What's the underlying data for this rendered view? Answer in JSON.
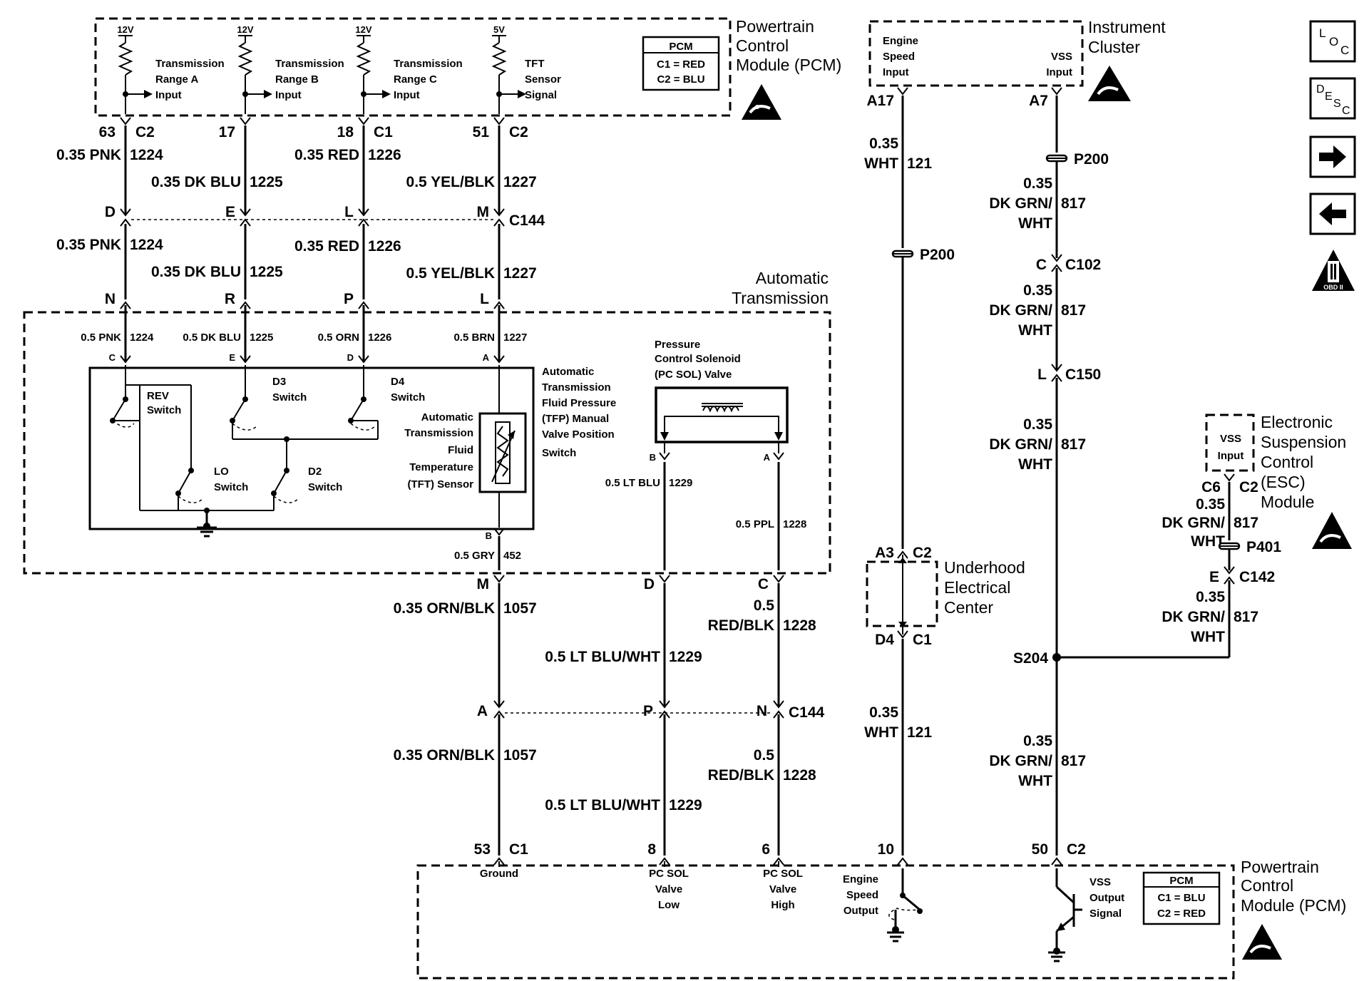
{
  "modules": {
    "pcm_top": {
      "title": [
        "Powertrain",
        "Control",
        "Module (PCM)"
      ],
      "legend_title": "PCM",
      "legend": [
        "C1 = RED",
        "C2 = BLU"
      ]
    },
    "instrument_cluster": {
      "title": [
        "Instrument",
        "Cluster"
      ],
      "inputs": [
        [
          "Engine",
          "Speed",
          "Input"
        ],
        [
          "VSS",
          "Input"
        ]
      ]
    },
    "esc": {
      "title": [
        "Electronic",
        "Suspension",
        "Control",
        "(ESC)",
        "Module"
      ],
      "input": [
        "VSS",
        "Input"
      ]
    },
    "auto_trans": {
      "title": [
        "Automatic",
        "Transmission"
      ]
    },
    "underhood": {
      "title": [
        "Underhood",
        "Electrical",
        "Center"
      ]
    },
    "pcm_bottom": {
      "title": [
        "Powertrain",
        "Control",
        "Module (PCM)"
      ],
      "legend_title": "PCM",
      "legend": [
        "C1 = BLU",
        "C2 = RED"
      ]
    }
  },
  "pcm_inputs": [
    {
      "voltage": "12V",
      "label": [
        "Transmission",
        "Range A",
        "Input"
      ]
    },
    {
      "voltage": "12V",
      "label": [
        "Transmission",
        "Range B",
        "Input"
      ]
    },
    {
      "voltage": "12V",
      "label": [
        "Transmission",
        "Range C",
        "Input"
      ]
    },
    {
      "voltage": "5V",
      "label": [
        "TFT",
        "Sensor",
        "Signal"
      ]
    }
  ],
  "pcm_top_pins": [
    {
      "pin": "63",
      "conn": "C2"
    },
    {
      "pin": "17",
      "conn": ""
    },
    {
      "pin": "18",
      "conn": "C1"
    },
    {
      "pin": "51",
      "conn": "C2"
    }
  ],
  "wires_upper": [
    {
      "label": "0.35 PNK",
      "circuit": "1224"
    },
    {
      "label": "0.35 DK BLU",
      "circuit": "1225"
    },
    {
      "label": "0.35 RED",
      "circuit": "1226"
    },
    {
      "label": "0.5 YEL/BLK",
      "circuit": "1227"
    }
  ],
  "c144_top": {
    "name": "C144",
    "pins": [
      "D",
      "E",
      "L",
      "M"
    ]
  },
  "wires_mid": [
    {
      "label": "0.35 PNK",
      "circuit": "1224"
    },
    {
      "label": "0.35 DK BLU",
      "circuit": "1225"
    },
    {
      "label": "0.35 RED",
      "circuit": "1226"
    },
    {
      "label": "0.5 YEL/BLK",
      "circuit": "1227"
    }
  ],
  "trans_pins_top": [
    "N",
    "R",
    "P",
    "L"
  ],
  "trans_internal_wires": [
    {
      "label": "0.5 PNK",
      "circuit": "1224",
      "pin": "C"
    },
    {
      "label": "0.5 DK BLU",
      "circuit": "1225",
      "pin": "E"
    },
    {
      "label": "0.5 ORN",
      "circuit": "1226",
      "pin": "D"
    },
    {
      "label": "0.5 BRN",
      "circuit": "1227",
      "pin": "A"
    }
  ],
  "switches": [
    {
      "name": [
        "REV",
        "Switch"
      ]
    },
    {
      "name": [
        "D3",
        "Switch"
      ]
    },
    {
      "name": [
        "D4",
        "Switch"
      ]
    },
    {
      "name": [
        "LO",
        "Switch"
      ]
    },
    {
      "name": [
        "D2",
        "Switch"
      ]
    }
  ],
  "tfp_label": [
    "Automatic",
    "Transmission",
    "Fluid Pressure",
    "(TFP) Manual",
    "Valve Position",
    "Switch"
  ],
  "tft_label": [
    "Automatic",
    "Transmission",
    "Fluid",
    "Temperature",
    "(TFT) Sensor"
  ],
  "pc_sol": {
    "label": [
      "Pressure",
      "Control Solenoid",
      "(PC SOL) Valve"
    ],
    "pin_b": "B",
    "pin_a": "A"
  },
  "tft_ground": {
    "pin": "B",
    "label": "0.5 GRY",
    "circuit": "452"
  },
  "pc_sol_wires": [
    {
      "label": "0.5 LT BLU",
      "circuit": "1229"
    },
    {
      "label": "0.5 PPL",
      "circuit": "1228"
    }
  ],
  "trans_bottom_pins": [
    "M",
    "D",
    "C"
  ],
  "wires_lower_a": [
    {
      "label": "0.35 ORN/BLK",
      "circuit": "1057"
    },
    {
      "label": "0.5 LT BLU/WHT",
      "circuit": "1229"
    },
    {
      "label": [
        "0.5",
        "RED/BLK"
      ],
      "circuit": "1228"
    }
  ],
  "c144_bottom": {
    "name": "C144",
    "pins": [
      "A",
      "P",
      "N"
    ]
  },
  "wires_lower_b": [
    {
      "label": "0.35 ORN/BLK",
      "circuit": "1057"
    },
    {
      "label": "0.5 LT BLU/WHT",
      "circuit": "1229"
    },
    {
      "label": [
        "0.5",
        "RED/BLK"
      ],
      "circuit": "1228"
    }
  ],
  "pcm_bottom_pins": [
    {
      "pin": "53",
      "conn": "C1",
      "label": [
        "Ground"
      ]
    },
    {
      "pin": "8",
      "conn": "",
      "label": [
        "PC SOL",
        "Valve",
        "Low"
      ]
    },
    {
      "pin": "6",
      "conn": "",
      "label": [
        "PC SOL",
        "Valve",
        "High"
      ]
    },
    {
      "pin": "10",
      "conn": "",
      "label": [
        "Engine",
        "Speed",
        "Output"
      ]
    },
    {
      "pin": "50",
      "conn": "C2",
      "label": [
        "VSS",
        "Output",
        "Signal"
      ]
    }
  ],
  "engine_speed_circuit": {
    "cluster_pin": "A17",
    "wire_upper": {
      "label": [
        "0.35",
        "WHT"
      ],
      "circuit": "121"
    },
    "splice_pack": "P200",
    "uec_top": {
      "pin": "A3",
      "conn": "C2"
    },
    "uec_bottom": {
      "pin": "D4",
      "conn": "C1"
    },
    "wire_lower": {
      "label": [
        "0.35",
        "WHT"
      ],
      "circuit": "121"
    }
  },
  "vss_circuit": {
    "cluster_pin": "A7",
    "splice_pack": "P200",
    "wire_1": {
      "label": [
        "0.35",
        "DK GRN/",
        "WHT"
      ],
      "circuit": "817"
    },
    "c102": {
      "pin": "C",
      "name": "C102"
    },
    "wire_2": {
      "label": [
        "0.35",
        "DK GRN/",
        "WHT"
      ],
      "circuit": "817"
    },
    "c150": {
      "pin": "L",
      "name": "C150"
    },
    "wire_3": {
      "label": [
        "0.35",
        "DK GRN/",
        "WHT"
      ],
      "circuit": "817"
    },
    "splice": "S204",
    "wire_4": {
      "label": [
        "0.35",
        "DK GRN/",
        "WHT"
      ],
      "circuit": "817"
    }
  },
  "esc_circuit": {
    "pin": "C6",
    "conn": "C2",
    "wire_1": {
      "label": [
        "0.35",
        "DK GRN/",
        "WHT"
      ],
      "circuit": "817"
    },
    "splice_pack": "P401",
    "c142": {
      "pin": "E",
      "name": "C142"
    },
    "wire_2": {
      "label": [
        "0.35",
        "DK GRN/",
        "WHT"
      ],
      "circuit": "817"
    }
  },
  "nav_buttons": [
    {
      "name": "loc-button",
      "text": "LOC"
    },
    {
      "name": "desc-button",
      "text": "DESC"
    },
    {
      "name": "next-button",
      "text": "→"
    },
    {
      "name": "back-button",
      "text": "←"
    }
  ],
  "obd_badge": "OBD II"
}
